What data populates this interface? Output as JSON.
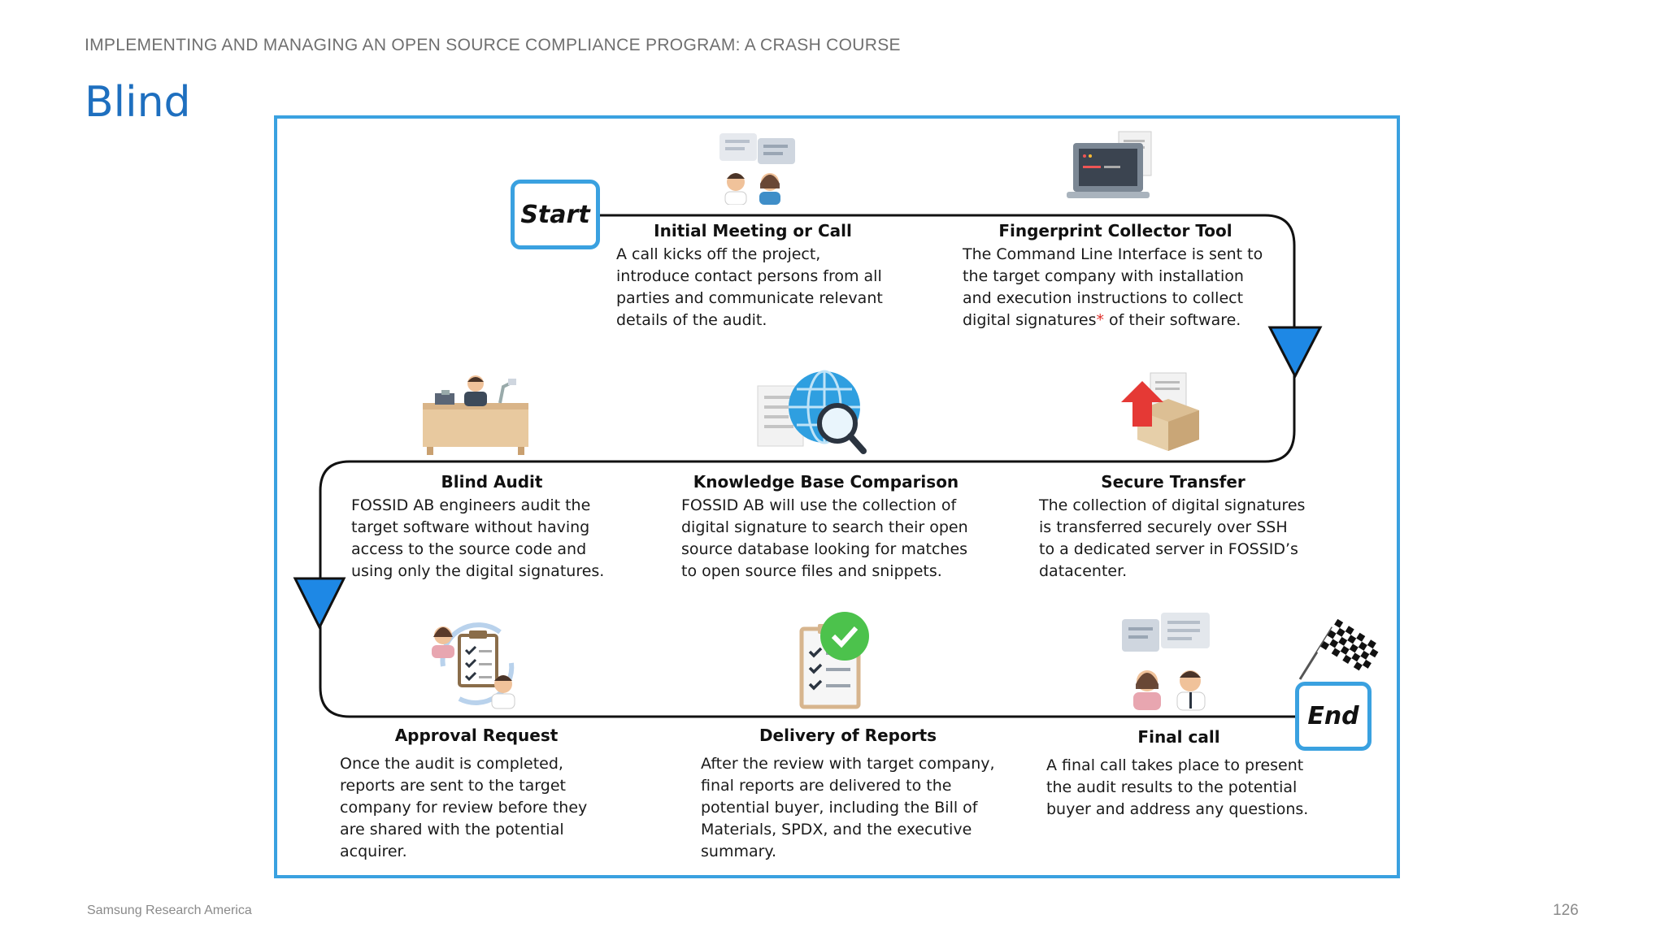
{
  "header": {
    "course": "IMPLEMENTING AND MANAGING AN OPEN SOURCE COMPLIANCE PROGRAM: A CRASH COURSE",
    "title": "Blind"
  },
  "footer": {
    "org": "Samsung Research America",
    "page": "126"
  },
  "terminals": {
    "start": "Start",
    "end": "End"
  },
  "steps": [
    {
      "title": "Initial Meeting or Call",
      "desc": "A call kicks off the project, introduce contact persons from all parties and communicate relevant details of the audit.",
      "icon": "meeting-people-icon"
    },
    {
      "title": "Fingerprint Collector Tool",
      "desc_a": "The Command Line Interface is sent to the target company with installation and execution instructions to collect digital signatures",
      "desc_mark": "*",
      "desc_b": " of their software.",
      "icon": "laptop-icon"
    },
    {
      "title": "Secure Transfer",
      "desc": "The collection of digital signatures is transferred securely over SSH to a dedicated server in FOSSID’s datacenter.",
      "icon": "box-upload-icon"
    },
    {
      "title": "Knowledge Base Comparison",
      "desc": "FOSSID AB will use the collection of digital signature to search their open source database looking for matches to open source files and snippets.",
      "icon": "globe-search-icon"
    },
    {
      "title": "Blind Audit",
      "desc": "FOSSID AB engineers audit the target software without having access to the source code and using only the digital signatures.",
      "icon": "desk-engineer-icon"
    },
    {
      "title": "Approval Request",
      "desc": "Once the audit is completed, reports are sent to the target company for review before they are shared with the potential acquirer.",
      "icon": "approval-cycle-icon"
    },
    {
      "title": "Delivery of Reports",
      "desc": "After the review with target company, final reports are delivered to the potential buyer, including the Bill of Materials, SPDX, and the executive summary.",
      "icon": "checklist-icon"
    },
    {
      "title": "Final call",
      "desc": "A final call takes place to present the audit results to the potential buyer and address any questions.",
      "icon": "final-call-people-icon"
    }
  ],
  "colors": {
    "accent": "#3aa1e0",
    "title_blue": "#1e6fbf",
    "arrow_fill": "#1e88e5",
    "asterisk": "#e0302a"
  }
}
